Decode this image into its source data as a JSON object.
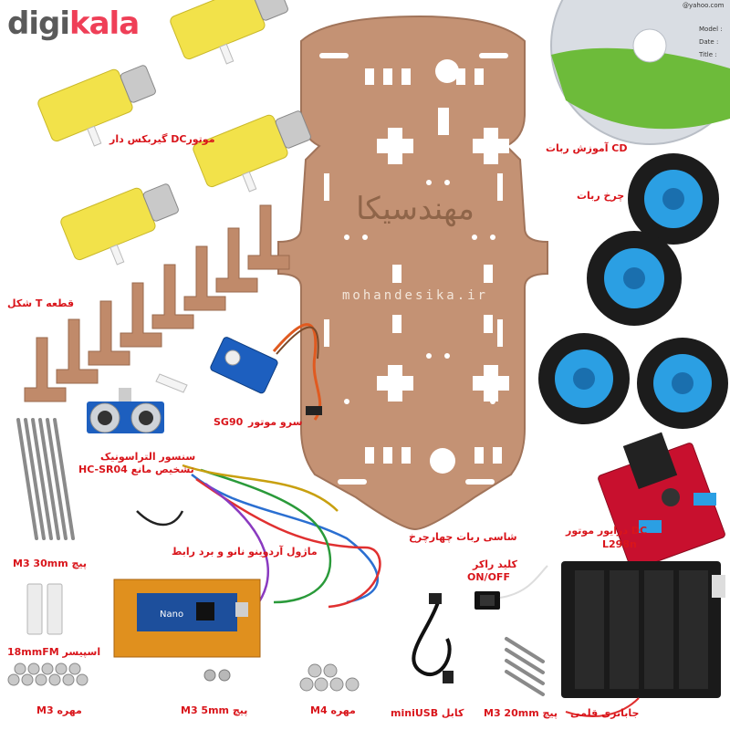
{
  "brand": {
    "part1": "digi",
    "part2": "kala"
  },
  "chassis_watermark": "mohandesika.ir",
  "cd": {
    "line1": "Model :",
    "line2": "Date :",
    "line3": "Title :",
    "email": "@yahoo.com"
  },
  "arduino_board_text": "Nano",
  "labels": {
    "dc_motor": "موتورDC گیربکس دار",
    "cd_tutorial": "CD آموزش ربات",
    "robot_wheel": "چرخ ربات",
    "t_part": "قطعه T شکل",
    "servo_motor": "سرو موتور",
    "servo_model": "SG90",
    "ultrasonic_line1": "سنسور التراسونیک",
    "ultrasonic_line2": "تشخیص مانع HC-SR04",
    "arduino_module": "ماژول آردوینو نانو و برد رابط",
    "chassis": "شاسی ربات چهارچرخ",
    "motor_driver_line1": "DC درایور موتور",
    "motor_driver_line2": "L298n",
    "rocker_line1": "کلید راکر",
    "rocker_line2": "ON/OFF",
    "screw_30": "پیچ  M3  30mm",
    "spacer": "اسپیسر 18mmFM",
    "nut_m3": "مهره  M3",
    "screw_5": "پیچ  M3  5mm",
    "nut_m4": "مهره  M4",
    "usb_cable": "کابل miniUSB",
    "screw_20": "پیچ  M3  20mm",
    "battery_holder": "جاباتری قلمی"
  },
  "colors": {
    "label_red": "#d9151b",
    "chassis": "#c08a6a",
    "motor_yellow": "#f2e24a",
    "wheel_blue": "#2b9fe3",
    "tire_black": "#1c1c1c",
    "board_red": "#c8102e",
    "nano_blue": "#1d4f9c",
    "breakout_orange": "#e0901e"
  }
}
